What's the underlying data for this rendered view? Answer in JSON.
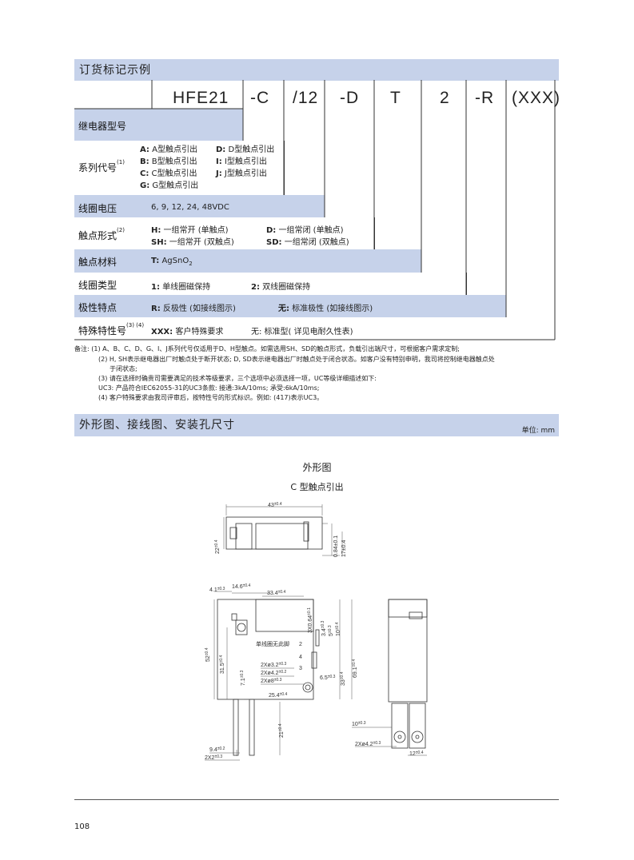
{
  "section1": {
    "title": "订货标记示例",
    "code_parts": [
      "HFE21",
      "-C",
      "/12",
      "-D",
      "T",
      "2",
      "-R",
      "(XXX)"
    ],
    "rows": {
      "relay_type": "继电器型号",
      "series": {
        "label": "系列代号",
        "sup": "(1)",
        "options_left": [
          {
            "key": "A:",
            "text": " A型触点引出"
          },
          {
            "key": "B:",
            "text": " B型触点引出"
          },
          {
            "key": "C:",
            "text": " C型触点引出"
          },
          {
            "key": "G:",
            "text": " G型触点引出"
          }
        ],
        "options_right": [
          {
            "key": "D:",
            "text": " D型触点引出"
          },
          {
            "key": "I:",
            "text": " I型触点引出"
          },
          {
            "key": "J:",
            "text": " J型触点引出"
          }
        ]
      },
      "coil_voltage": {
        "label": "线圈电压",
        "value": "6, 9, 12, 24, 48VDC"
      },
      "contact_form": {
        "label": "触点形式",
        "sup": "(2)",
        "h_key": "H:",
        "h_text": " 一组常开 (单触点)",
        "d_key": "D:",
        "d_text": " 一组常闭 (单触点)",
        "sh_key": "SH:",
        "sh_text": " 一组常开 (双触点)",
        "sd_key": "SD:",
        "sd_text": " 一组常闭 (双触点)"
      },
      "contact_material": {
        "label": "触点材料",
        "key": "T:",
        "value": " AgSnO",
        "sub": "2"
      },
      "coil_type": {
        "label": "线圈类型",
        "k1": "1:",
        "v1": " 单线圈磁保持",
        "k2": "2:",
        "v2": " 双线圈磁保持"
      },
      "polarity": {
        "label": "极性特点",
        "k1": "R:",
        "v1": " 反极性 (如接线图示)",
        "k2": "无:",
        "v2": " 标准极性 (如接线图示)"
      },
      "special": {
        "label": "特殊特性号",
        "sup": "(3) (4)",
        "k1": "XXX:",
        "v1": " 客户特殊要求",
        "v2": "无: 标准型( 详见电耐久性表)"
      }
    },
    "notes": [
      "备注: (1)  A、B、C、D、G、I、J系列代号仅适用于D、H型触点。如需选用SH、SD的触点形式，负载引出端尺寸，可根据客户需求定制;",
      "(2)  H, SH表示继电器出厂时触点处于断开状态; D, SD表示继电器出厂时触点处于闭合状态。如客户没有特别申明，我司将控制继电器触点处",
      "于闭状态;",
      "(3)  请在选择时确贵司需要满足的技术等级要求，三个选项中必须选择一项，UC等级详细描述如下:",
      "UC3: 产品符合IEC62055-31的UC3条款: 接通:3kA/10ms; 承受:6kA/10ms;",
      "(4)  客户特殊要求由我司评审后，按特性号的形式标识。例如: (417)表示UC3。"
    ]
  },
  "section2": {
    "title": "外形图、接线图、安装孔尺寸",
    "unit": "单位: mm",
    "drawing_title": "外形图",
    "drawing_subtitle": "C 型触点引出"
  },
  "dims": {
    "top_width": "43",
    "top_width_tol": "±0.4",
    "top_height": "22",
    "top_height_tol": "±0.4",
    "pin_084": "0.84±0.1",
    "h17": "17±0.4",
    "d41": "4.1",
    "d41_tol": "±0.3",
    "d146": "14.6",
    "d146_tol": "±0.4",
    "d334": "33.4",
    "d334_tol": "±0.4",
    "d52": "52",
    "d52_tol": "±0.4",
    "d315": "31.5",
    "d315_tol": "±0.4",
    "d71": "7.1",
    "d71_tol": "±0.3",
    "d3x064": "3X0.64",
    "d3x064_tol": "±0.1",
    "d34": "3.4",
    "d34_tol": "±0.3",
    "d5": "5",
    "d5_tol": "±0.3",
    "d10": "10",
    "d10_tol": "±0.4",
    "single_coil_note": "单线圈无此脚",
    "pin2": "2",
    "pin3": "3",
    "pin4": "4",
    "hole32": "2Xø3.2",
    "hole32_tol": "±0.3",
    "hole42": "2Xø4.2",
    "hole42_tol": "±0.2",
    "hole8": "2Xø8",
    "hole8_tol": "±0.3",
    "d65": "6.5",
    "d65_tol": "±0.3",
    "d33": "33",
    "d33_tol": "±0.4",
    "d691": "69.1",
    "d691_tol": "±0.4",
    "d254": "25.4",
    "d254_tol": "±0.4",
    "d21": "21",
    "d21_tol": "±0.4",
    "d94": "9.4",
    "d94_tol": "±0.2",
    "d2x2": "2X2",
    "d2x2_tol": "±0.3",
    "d10b": "10",
    "d10b_tol": "±0.3",
    "hole42b": "2Xø4.2",
    "hole42b_tol": "±0.3",
    "d12": "12",
    "d12_tol": "±0.4"
  },
  "page_number": "108"
}
